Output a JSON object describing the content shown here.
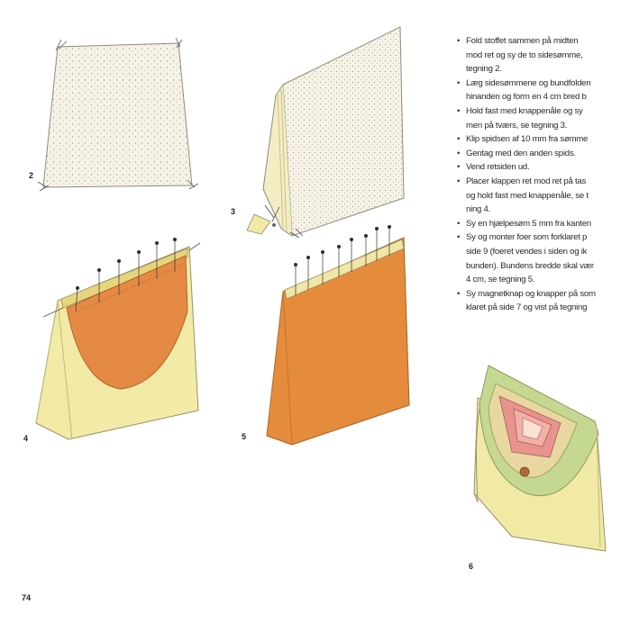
{
  "page": {
    "number": "74"
  },
  "figures": [
    {
      "label": "2"
    },
    {
      "label": "3"
    },
    {
      "label": "4"
    },
    {
      "label": "5"
    },
    {
      "label": "6"
    }
  ],
  "instructions": [
    {
      "bullet": "•",
      "text": "Fold stoffet sammen på midten ",
      "cont": false
    },
    {
      "bullet": "",
      "text": "mod ret og sy de to sidesømme, ",
      "cont": true
    },
    {
      "bullet": "",
      "text": "tegning 2.",
      "cont": true
    },
    {
      "bullet": "•",
      "text": "Læg sidesømmene og bundfolden ",
      "cont": false
    },
    {
      "bullet": "",
      "text": "hinanden og form en 4 cm bred b",
      "cont": true
    },
    {
      "bullet": "•",
      "text": "Hold fast med knappenåle og sy ",
      "cont": false
    },
    {
      "bullet": "",
      "text": "men på tværs, se tegning 3.",
      "cont": true
    },
    {
      "bullet": "•",
      "text": "Klip spidsen af 10 mm fra sømme",
      "cont": false
    },
    {
      "bullet": "•",
      "text": "Gentag med den anden spids.",
      "cont": false
    },
    {
      "bullet": "•",
      "text": "Vend retsiden ud.",
      "cont": false
    },
    {
      "bullet": "•",
      "text": "Placer klappen ret mod ret på tas",
      "cont": false
    },
    {
      "bullet": "",
      "text": "og hold fast med knappenåle, se t",
      "cont": true
    },
    {
      "bullet": "",
      "text": "ning 4.",
      "cont": true
    },
    {
      "bullet": "•",
      "text": "Sy en hjælpesøm 5 mm fra kanten",
      "cont": false
    },
    {
      "bullet": "•",
      "text": "Sy og monter foer som forklaret p",
      "cont": false
    },
    {
      "bullet": "",
      "text": "side 9 (foeret vendes i siden og ik",
      "cont": true
    },
    {
      "bullet": "",
      "text": "bunden). Bundens bredde skal vær",
      "cont": true
    },
    {
      "bullet": "",
      "text": "4 cm, se tegning 5.",
      "cont": true
    },
    {
      "bullet": "•",
      "text": "Sy magnetknap og knapper på som",
      "cont": false
    },
    {
      "bullet": "",
      "text": "klaret på side 7 og vist på tegning",
      "cont": true
    }
  ],
  "colors": {
    "fabric_speckle": "#f3efe2",
    "bag_yellow": "#f1e9a6",
    "flap_orange": "#e48a45",
    "bag_orange": "#e58c3c",
    "patch_pink": "#e98d8d",
    "patch_green": "#bfd48d"
  }
}
